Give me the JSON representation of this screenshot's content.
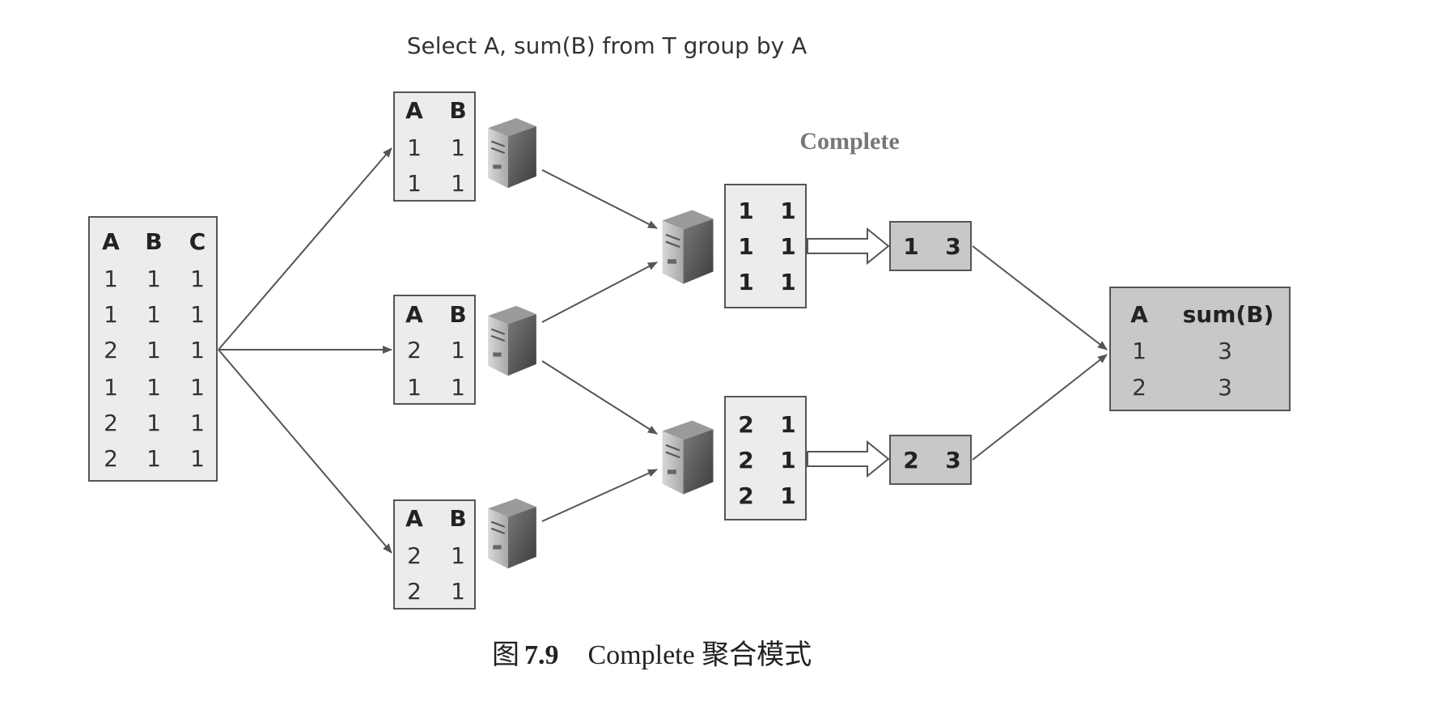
{
  "query": "Select A, sum(B) from T group by A",
  "mode_label": "Complete",
  "caption": {
    "prefix": "图",
    "number": "7.9",
    "text": "Complete 聚合模式"
  },
  "source_table": {
    "headers": [
      "A",
      "B",
      "C"
    ],
    "rows": [
      [
        "1",
        "1",
        "1"
      ],
      [
        "1",
        "1",
        "1"
      ],
      [
        "2",
        "1",
        "1"
      ],
      [
        "1",
        "1",
        "1"
      ],
      [
        "2",
        "1",
        "1"
      ],
      [
        "2",
        "1",
        "1"
      ]
    ]
  },
  "partitions": [
    {
      "headers": [
        "A",
        "B"
      ],
      "rows": [
        [
          "1",
          "1"
        ],
        [
          "1",
          "1"
        ]
      ]
    },
    {
      "headers": [
        "A",
        "B"
      ],
      "rows": [
        [
          "2",
          "1"
        ],
        [
          "1",
          "1"
        ]
      ]
    },
    {
      "headers": [
        "A",
        "B"
      ],
      "rows": [
        [
          "2",
          "1"
        ],
        [
          "2",
          "1"
        ]
      ]
    }
  ],
  "shuffled": [
    {
      "rows": [
        [
          "1",
          "1"
        ],
        [
          "1",
          "1"
        ],
        [
          "1",
          "1"
        ]
      ]
    },
    {
      "rows": [
        [
          "2",
          "1"
        ],
        [
          "2",
          "1"
        ],
        [
          "2",
          "1"
        ]
      ]
    }
  ],
  "partials": [
    {
      "row": [
        "1",
        "3"
      ]
    },
    {
      "row": [
        "2",
        "3"
      ]
    }
  ],
  "result_table": {
    "headers": [
      "A",
      "sum(B)"
    ],
    "rows": [
      [
        "1",
        "3"
      ],
      [
        "2",
        "3"
      ]
    ]
  },
  "colors": {
    "table_fill": "#ececec",
    "table_border": "#555555",
    "result_fill": "#c8c8c8",
    "server_dark": "#5a5a5a",
    "server_light": "#9a9a9a",
    "arrow": "#555555"
  },
  "icons": [
    "server-icon"
  ]
}
